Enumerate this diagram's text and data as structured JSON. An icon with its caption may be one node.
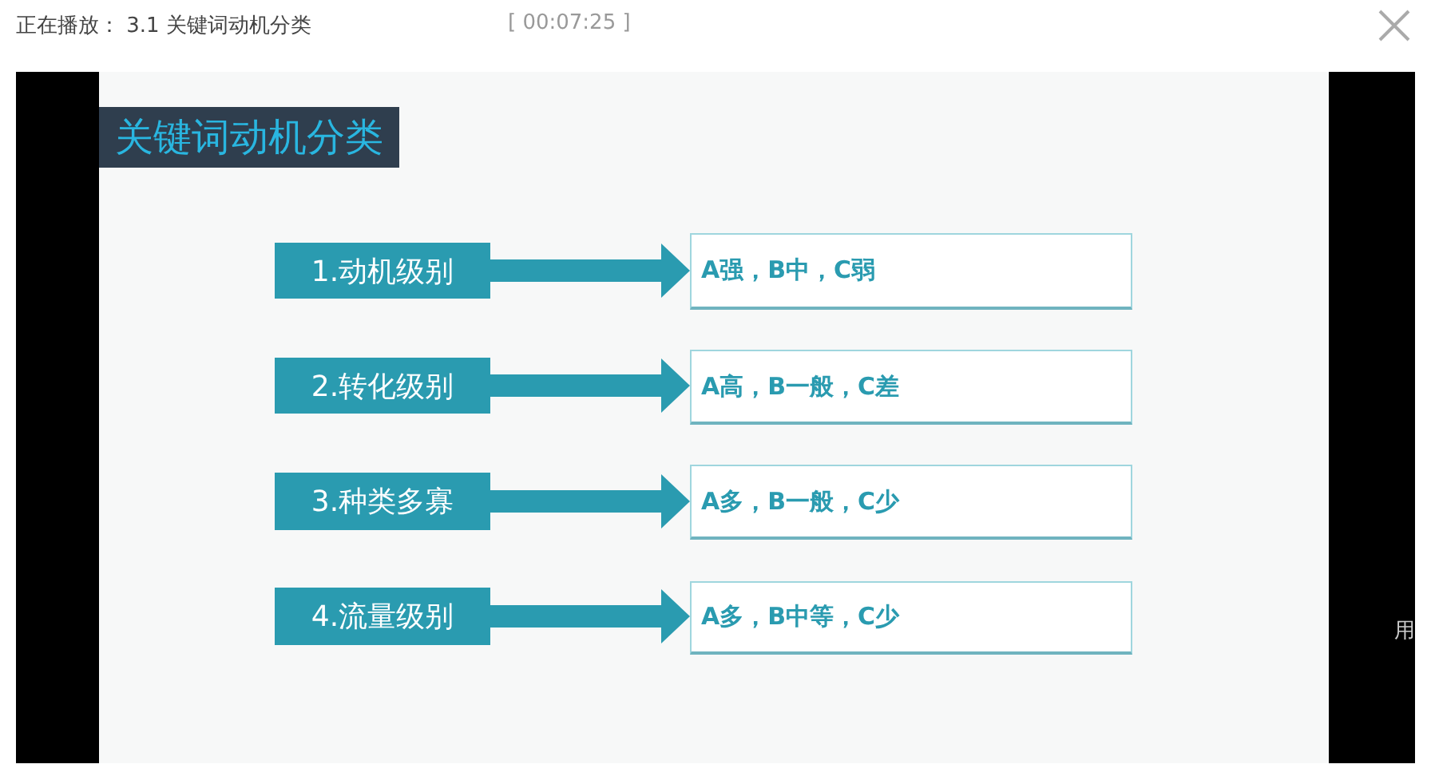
{
  "diagram": {
    "title": "关键词动机分类",
    "nodes": [
      {
        "text": [
          "1.动机级别"
        ]
      },
      {
        "text": [
          "A强，B中，C弱"
        ]
      },
      {
        "text": [
          "2.转化级别"
        ]
      },
      {
        "text": [
          "A高，B一般，C差"
        ]
      },
      {
        "text": [
          "3.种类多寡"
        ]
      },
      {
        "text": [
          "A多，B一般，C少"
        ]
      },
      {
        "text": [
          "4.流量级别"
        ]
      },
      {
        "text": [
          "A多，B中等，C少"
        ]
      }
    ],
    "edges": [
      {
        "from": 0,
        "to": 1,
        "arrow": "to"
      },
      {
        "from": 2,
        "to": 3,
        "arrow": "to"
      },
      {
        "from": 4,
        "to": 5,
        "arrow": "to"
      },
      {
        "from": 6,
        "to": 7,
        "arrow": "to"
      }
    ],
    "labels": [
      "正在播放： 3.1 关键词动机分类",
      "[ 00:07:25 ]",
      "用"
    ]
  }
}
